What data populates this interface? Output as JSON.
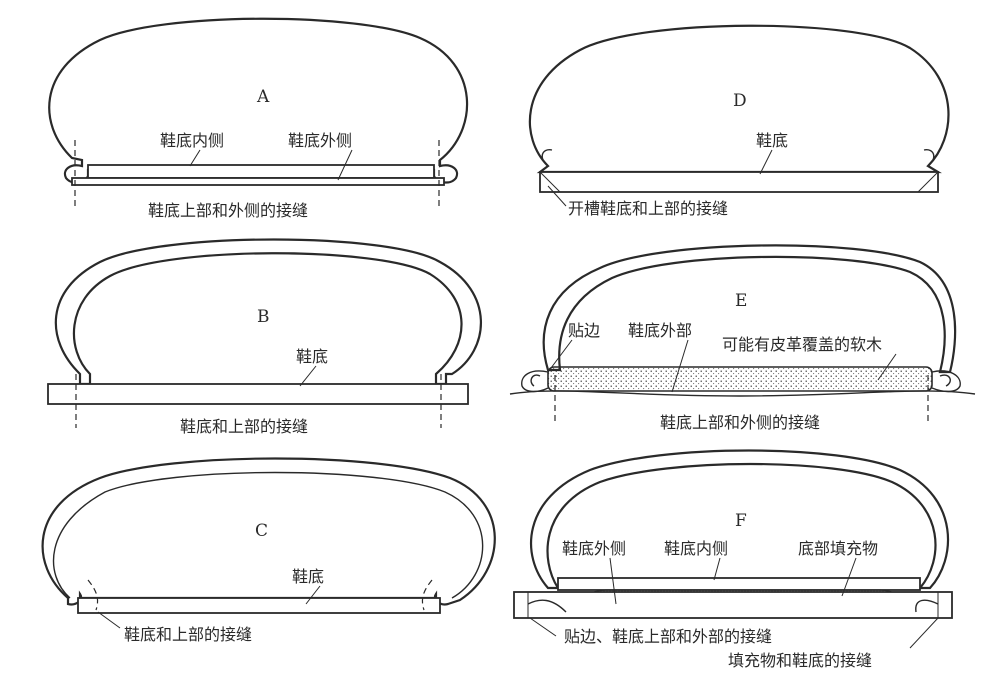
{
  "panels": {
    "A": {
      "letter": "A",
      "inner": "鞋底内侧",
      "outer": "鞋底外侧",
      "seam": "鞋底上部和外侧的接缝"
    },
    "B": {
      "letter": "B",
      "sole": "鞋底",
      "seam": "鞋底和上部的接缝"
    },
    "C": {
      "letter": "C",
      "sole": "鞋底",
      "seam": "鞋底和上部的接缝"
    },
    "D": {
      "letter": "D",
      "sole": "鞋底",
      "seam": "开槽鞋底和上部的接缝"
    },
    "E": {
      "letter": "E",
      "welt": "贴边",
      "outsole": "鞋底外部",
      "cork": "可能有皮革覆盖的软木",
      "seam": "鞋底上部和外侧的接缝"
    },
    "F": {
      "letter": "F",
      "outsole": "鞋底外侧",
      "insole": "鞋底内侧",
      "filler": "底部填充物",
      "seam": "贴边、鞋底上部和外部的接缝",
      "seam2": "填充物和鞋底的接缝"
    }
  }
}
